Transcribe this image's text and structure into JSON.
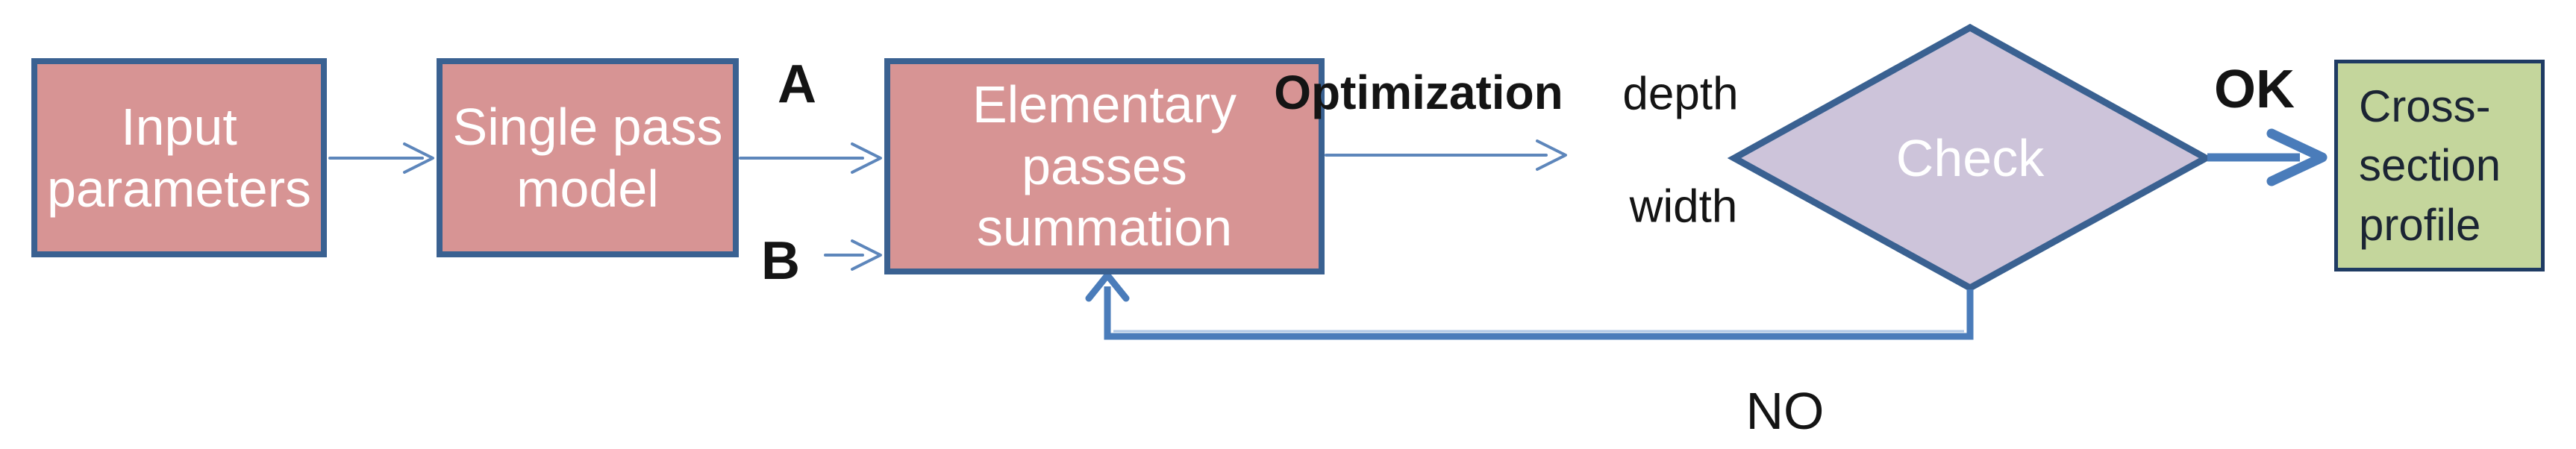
{
  "diagram": {
    "title": "Cross-section profile optimization flowchart",
    "nodes": {
      "input_parameters": {
        "label": "Input\nparameters",
        "type": "process"
      },
      "single_pass_model": {
        "label": "Single pass\nmodel",
        "type": "process"
      },
      "elementary_passes_summation": {
        "label": "Elementary\npasses\nsummation",
        "type": "process"
      },
      "check": {
        "label": "Check",
        "type": "decision"
      },
      "cross_section_profile": {
        "label": "Cross-\nsection\nprofile",
        "type": "output"
      }
    },
    "labels": {
      "a": "A",
      "b": "B",
      "optimization": "Optimization",
      "depth": "depth",
      "width": "width",
      "ok": "OK",
      "no": "NO"
    }
  },
  "colors": {
    "canvas_bg": "#ffffff",
    "process_fill": "#d79494",
    "process_border": "#3a6191",
    "decision_fill": "#cdc4da",
    "decision_border": "#3a6191",
    "output_fill": "#c4d69c",
    "output_border": "#1f3b63",
    "output_text": "#1b2433",
    "node_text": "#ffffff",
    "label_text": "#141414",
    "connector_thin": "#5d86bb",
    "connector_thick": "#4a7cba",
    "connector_highlight": "#a6c1e2"
  }
}
